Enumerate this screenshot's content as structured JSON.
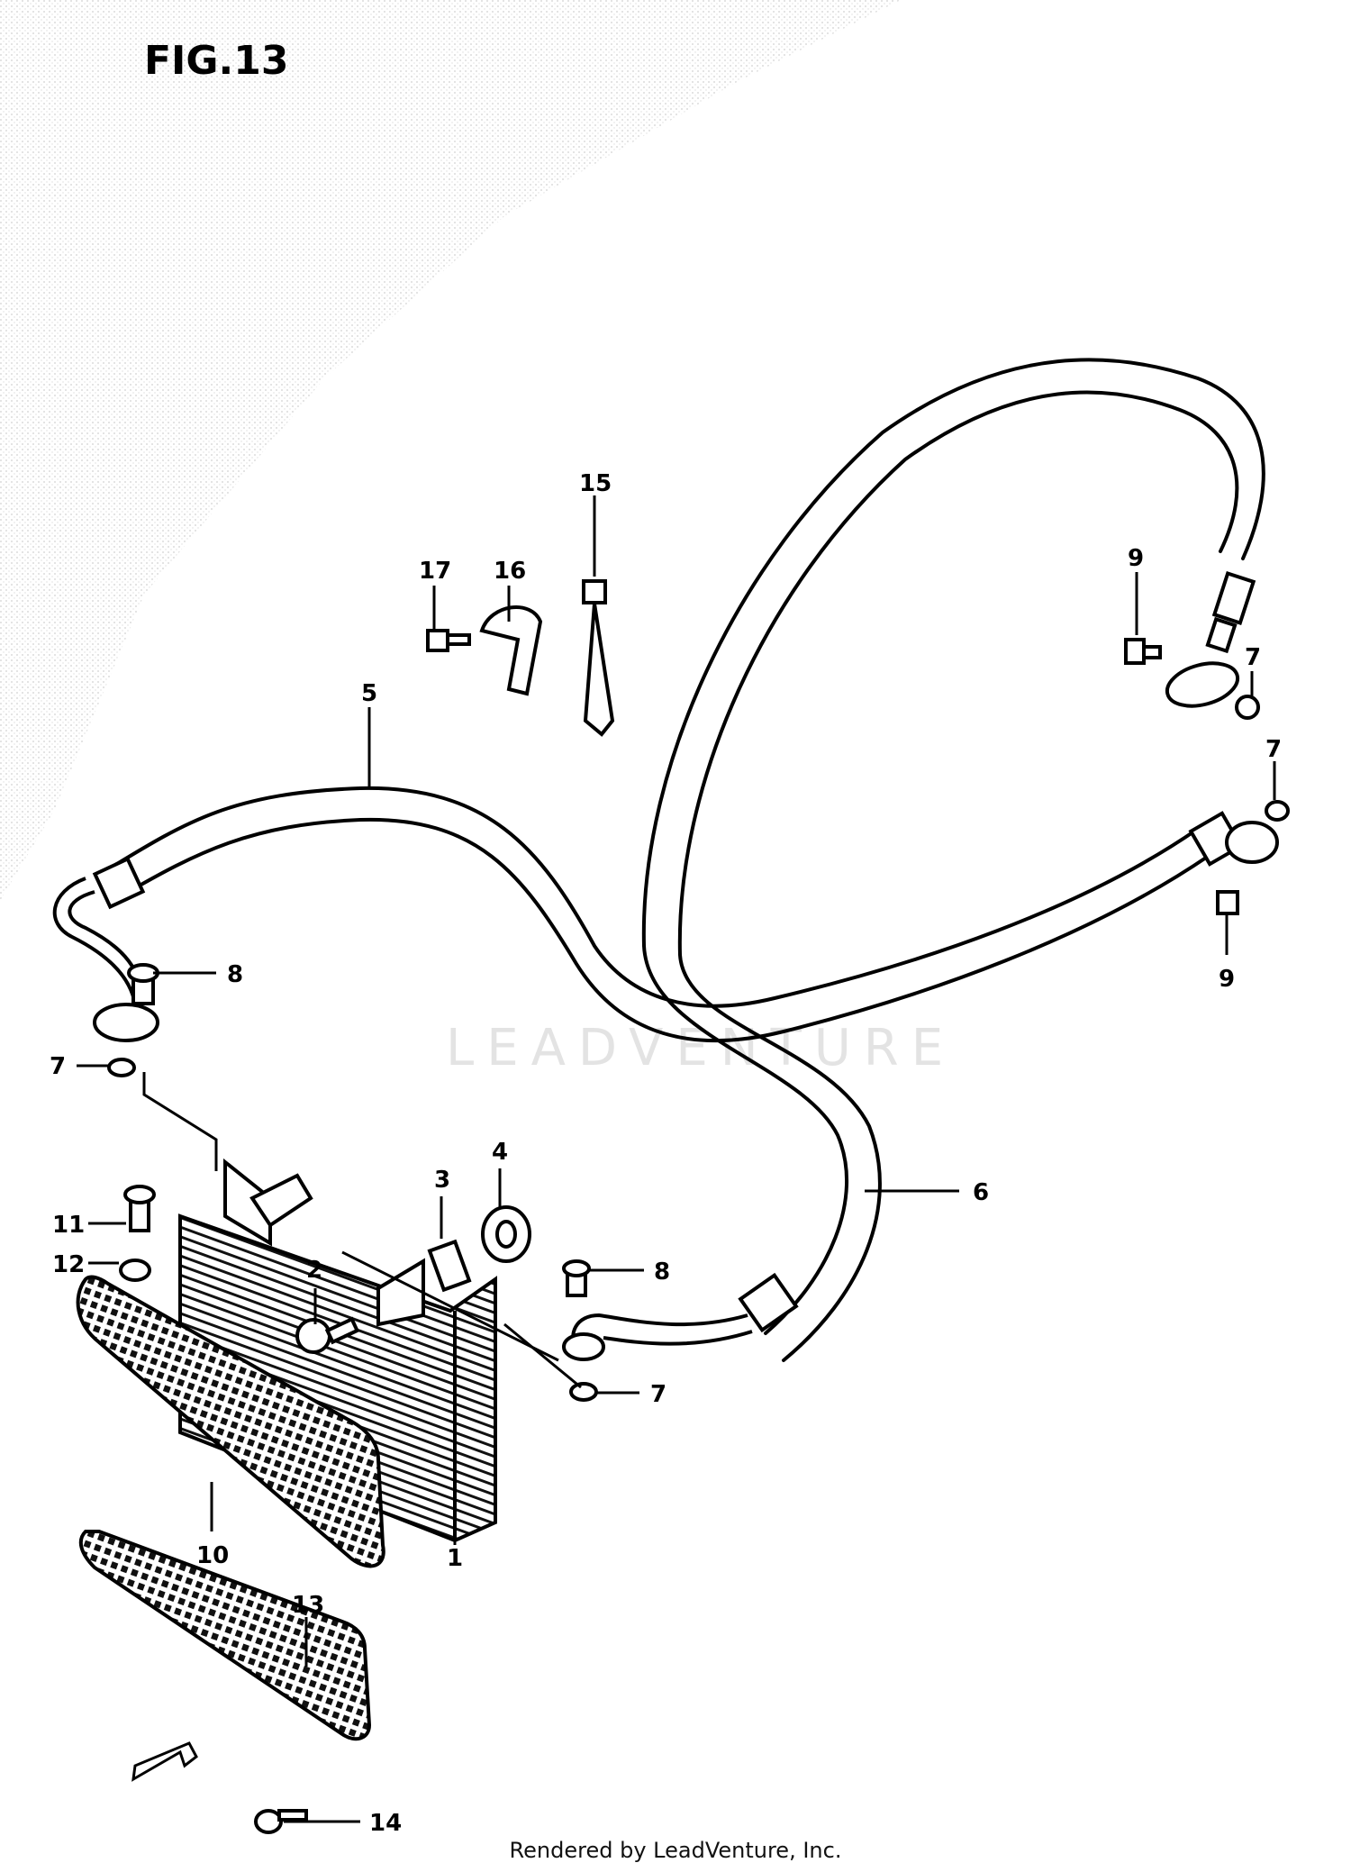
{
  "figure": {
    "title": "FIG.13"
  },
  "watermark": {
    "text": "LEADVENTURE"
  },
  "footer": {
    "text": "Rendered by LeadVenture, Inc."
  },
  "callouts": [
    {
      "id": "1",
      "label": "1"
    },
    {
      "id": "2",
      "label": "2"
    },
    {
      "id": "3",
      "label": "3"
    },
    {
      "id": "4",
      "label": "4"
    },
    {
      "id": "5",
      "label": "5"
    },
    {
      "id": "6",
      "label": "6"
    },
    {
      "id": "7a",
      "label": "7"
    },
    {
      "id": "7b",
      "label": "7"
    },
    {
      "id": "7c",
      "label": "7"
    },
    {
      "id": "7d",
      "label": "7"
    },
    {
      "id": "8a",
      "label": "8"
    },
    {
      "id": "8b",
      "label": "8"
    },
    {
      "id": "9a",
      "label": "9"
    },
    {
      "id": "9b",
      "label": "9"
    },
    {
      "id": "10",
      "label": "10"
    },
    {
      "id": "11",
      "label": "11"
    },
    {
      "id": "12",
      "label": "12"
    },
    {
      "id": "13",
      "label": "13"
    },
    {
      "id": "14",
      "label": "14"
    },
    {
      "id": "15",
      "label": "15"
    },
    {
      "id": "16",
      "label": "16"
    },
    {
      "id": "17",
      "label": "17"
    }
  ],
  "colors": {
    "line": "#000000",
    "stipple": "#cfcfcf",
    "background": "#ffffff"
  }
}
